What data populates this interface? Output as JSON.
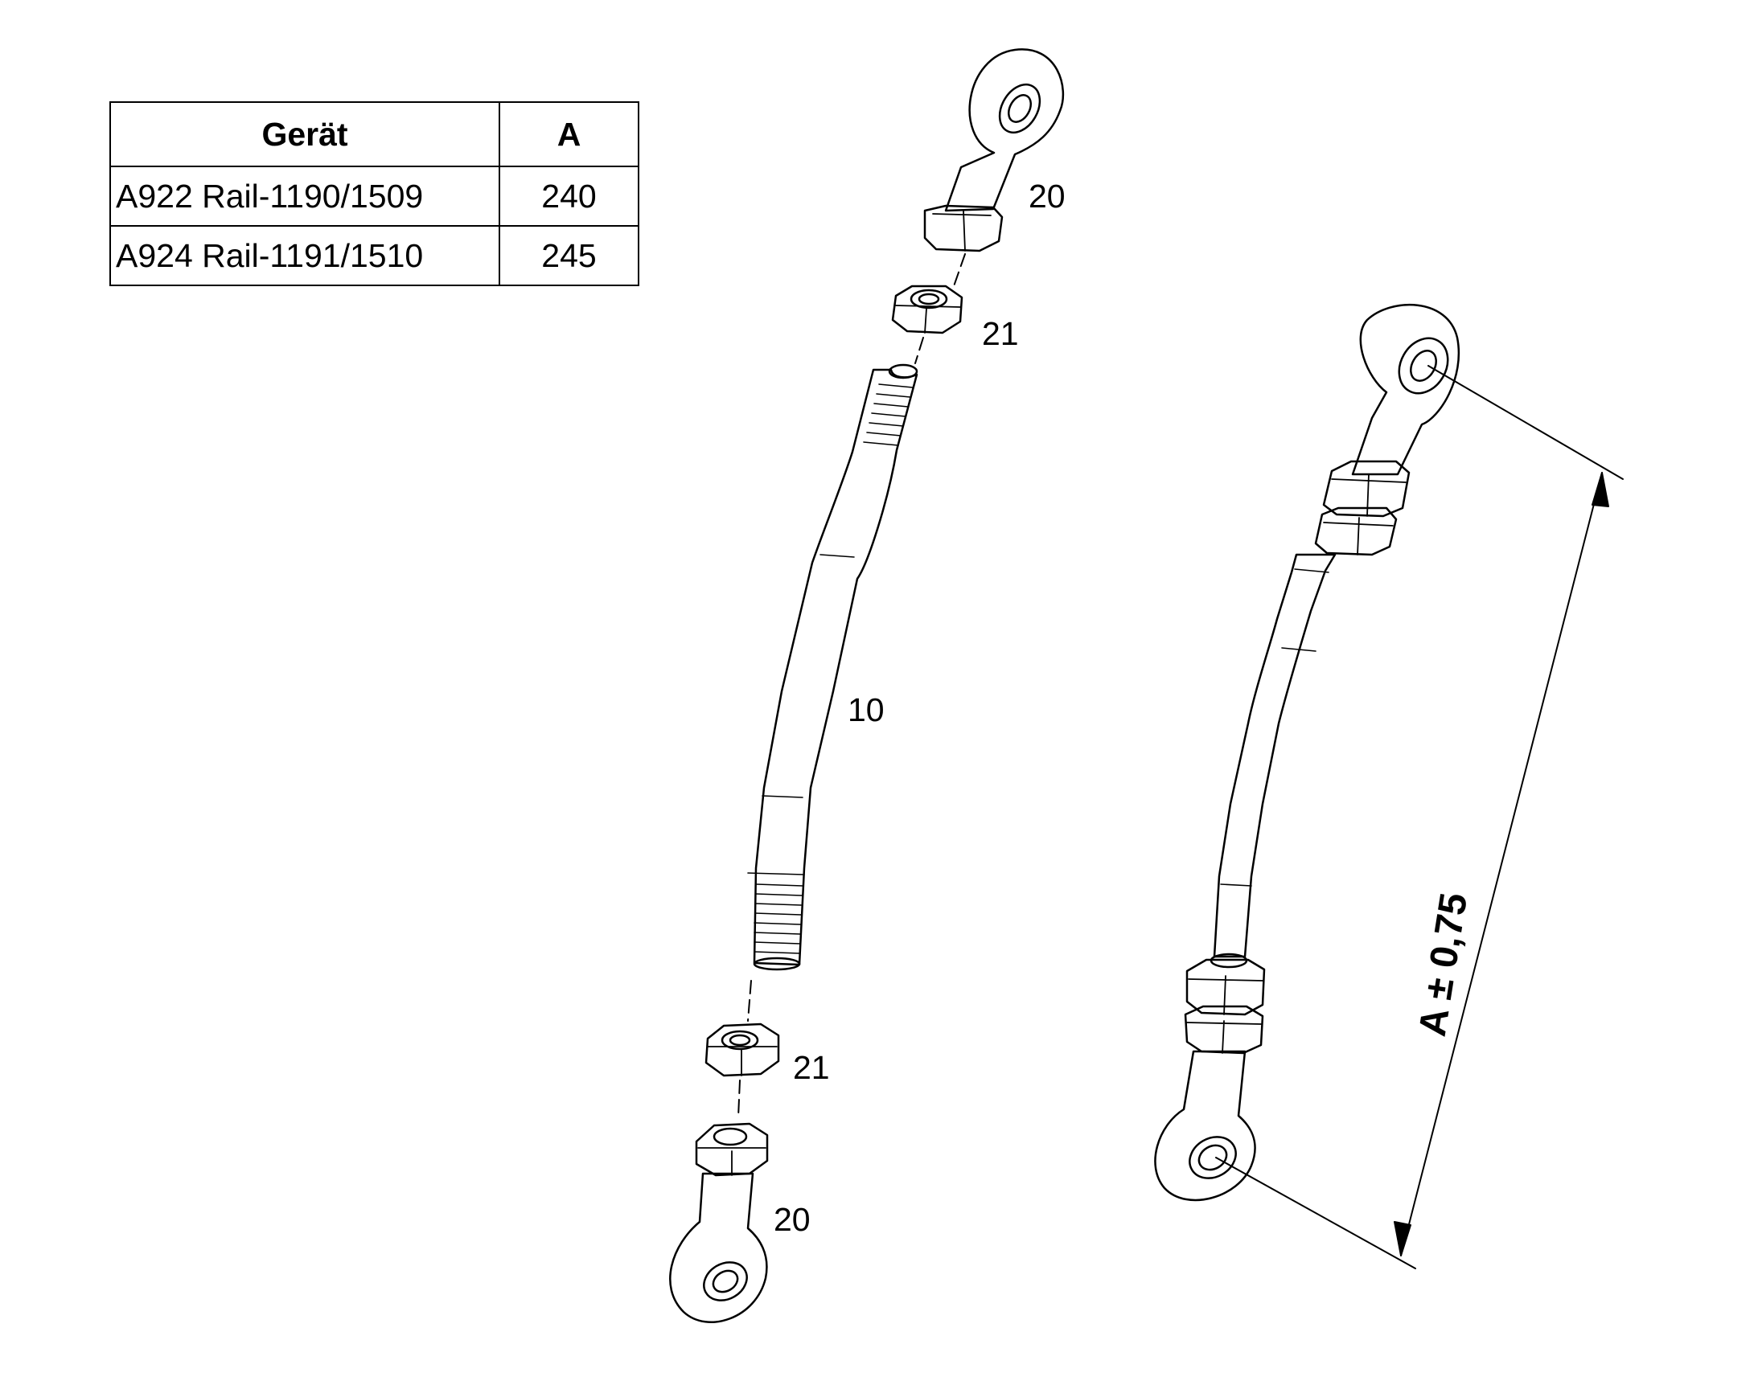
{
  "table": {
    "headers": [
      "Gerät",
      "A"
    ],
    "rows": [
      {
        "device": "A922 Rail-1190/1509",
        "a": "240"
      },
      {
        "device": "A924 Rail-1191/1510",
        "a": "245"
      }
    ]
  },
  "callouts": {
    "top_rod_end": "20",
    "top_nut": "21",
    "rod": "10",
    "bottom_nut": "21",
    "bottom_rod_end": "20"
  },
  "dimension_label": "A ± 0,75"
}
